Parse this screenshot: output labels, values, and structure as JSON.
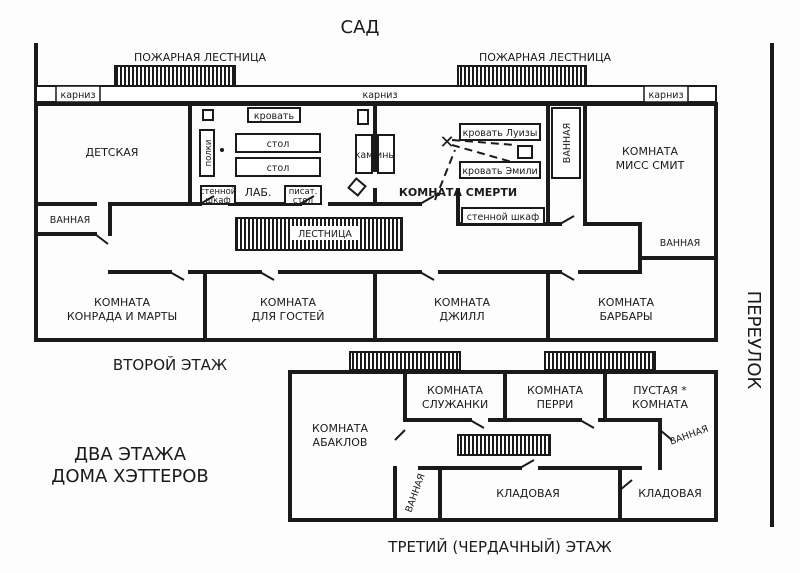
{
  "top_label": "САД",
  "side_label": "ПЕРЕУЛОК",
  "floor2": {
    "title": "ВТОРОЙ ЭТАЖ",
    "fire_escape_left": "ПОЖАРНАЯ ЛЕСТНИЦА",
    "fire_escape_right": "ПОЖАРНАЯ ЛЕСТНИЦА",
    "cornice_left": "карниз",
    "cornice_mid": "карниз",
    "cornice_right": "карниз",
    "nursery": "ДЕТСКАЯ",
    "bath_left": "ВАННАЯ",
    "shelves": "полки",
    "wardrobe_lab": [
      "стенной",
      "шкаф"
    ],
    "lab": "ЛАБ.",
    "bed_lab": "кровать",
    "table1": "стол",
    "table2": "стол",
    "desk": [
      "писат.",
      "стол"
    ],
    "fireplace_left": "кам",
    "fireplace_right": "ины",
    "bed_louise": "кровать Луизы",
    "bed_emily": "кровать Эмили",
    "bath_death": "ВАННАЯ",
    "death_room": "КОМНАТА СМЕРТИ",
    "wardrobe_death": "стенной шкаф",
    "miss_smith": [
      "КОМНАТА",
      "МИСС СМИТ"
    ],
    "staircase": "ЛЕСТНИЦА",
    "bath_right": "ВАННАЯ",
    "conrad_martha": [
      "КОМНАТА",
      "КОНРАДА И МАРТЫ"
    ],
    "guest": [
      "КОМНАТА",
      "ДЛЯ ГОСТЕЙ"
    ],
    "jill": [
      "КОМНАТА",
      "ДЖИЛЛ"
    ],
    "barbara": [
      "КОМНАТА",
      "БАРБАРЫ"
    ]
  },
  "caption": [
    "ДВА ЭТАЖА",
    "ДОМА ХЭТТЕРОВ"
  ],
  "floor3": {
    "title": "ТРЕТИЙ (ЧЕРДАЧНЫЙ) ЭТАЖ",
    "abaklov": [
      "КОМНАТА",
      "АБАКЛОВ"
    ],
    "maid": [
      "КОМНАТА",
      "СЛУЖАНКИ"
    ],
    "perry": [
      "КОМНАТА",
      "ПЕРРИ"
    ],
    "empty": [
      "ПУСТАЯ *",
      "КОМНАТА"
    ],
    "bath_a": "ВАННАЯ",
    "bath_b": "ВАННАЯ",
    "storage1": "КЛАДОВАЯ",
    "storage2": "КЛАДОВАЯ"
  }
}
